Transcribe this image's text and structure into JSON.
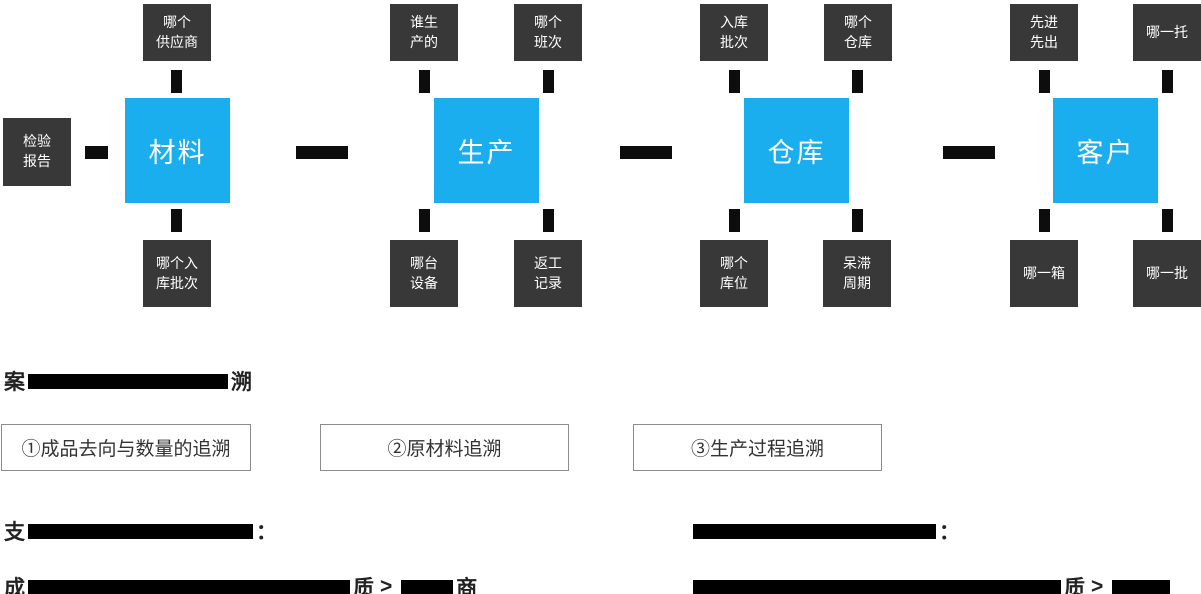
{
  "colors": {
    "node_blue": "#1aaeef",
    "box_dark": "#383838",
    "connector_black": "#0d0d0d",
    "text_dark": "#222222",
    "box_border": "#8c8c8c"
  },
  "diagram": {
    "nodes": [
      {
        "label": "材料"
      },
      {
        "label": "生产"
      },
      {
        "label": "仓库"
      },
      {
        "label": "客户"
      }
    ],
    "satellites": {
      "inspection_report": "检验\n报告",
      "material_top": "哪个\n供应商",
      "material_bottom": "哪个入\n库批次",
      "production_top_left": "谁生\n产的",
      "production_top_right": "哪个\n班次",
      "production_bottom_left": "哪台\n设备",
      "production_bottom_right": "返工\n记录",
      "warehouse_top_left": "入库\n批次",
      "warehouse_top_right": "哪个\n仓库",
      "warehouse_bottom_left": "哪个\n库位",
      "warehouse_bottom_right": "呆滞\n周期",
      "customer_top_left": "先进\n先出",
      "customer_top_right": "哪一托",
      "customer_bottom_left": "哪一箱",
      "customer_bottom_right": "哪一批"
    }
  },
  "sections": {
    "case_heading": {
      "pre": "案",
      "post": "溯"
    },
    "trace_boxes": [
      {
        "label": "①成品去向与数量的追溯"
      },
      {
        "label": "②原材料追溯"
      },
      {
        "label": "③生产过程追溯"
      }
    ],
    "support_heading": {
      "pre": "支",
      "post": "："
    },
    "right_heading": {
      "post": "："
    },
    "chain_left": {
      "p1": "成",
      "p2": "质",
      "sep1": ">",
      "p3": "商"
    },
    "chain_right": {
      "p1": "质",
      "sep1": ">"
    }
  }
}
